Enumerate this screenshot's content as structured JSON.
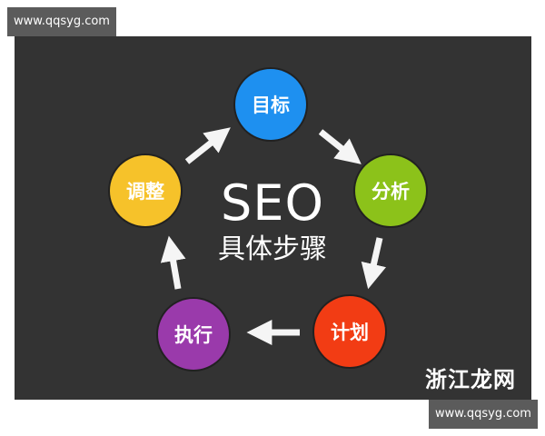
{
  "watermark": {
    "top": "www.qqsyg.com",
    "bottom": "www.qqsyg.com"
  },
  "center": {
    "title": "SEO",
    "subtitle": "具体步骤"
  },
  "brand": "浙江龙网",
  "steps": [
    {
      "label": "目标",
      "color": "#1e90f0"
    },
    {
      "label": "分析",
      "color": "#8cc21a"
    },
    {
      "label": "计划",
      "color": "#f23c14"
    },
    {
      "label": "执行",
      "color": "#9a3aab"
    },
    {
      "label": "调整",
      "color": "#f6c22a"
    }
  ],
  "colors": {
    "panel": "#333333",
    "watermark_bg": "#5b5b5b",
    "arrow": "#f5f5f5"
  }
}
